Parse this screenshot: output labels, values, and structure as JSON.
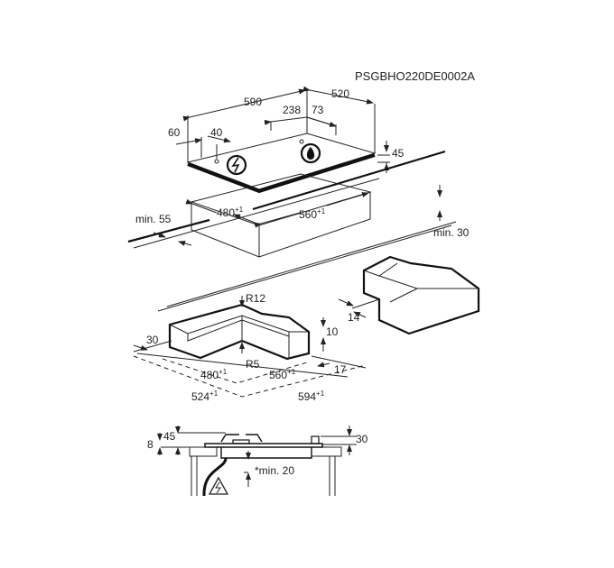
{
  "drawing_code": "PSGBHO220DE0002A",
  "hob": {
    "width": "590",
    "depth": "520",
    "gap_a": "238",
    "gap_b": "73",
    "left_a": "60",
    "left_b": "40",
    "height": "45"
  },
  "cutout": {
    "depth": "480",
    "width": "560",
    "tolerance": "+1",
    "min_front": "min. 55",
    "min_side": "min. 30"
  },
  "edge_detail": {
    "r_top": "R12",
    "r_bottom": "R5",
    "step": "10",
    "front": "30",
    "side": "17",
    "depth": "480",
    "width": "560",
    "outer_depth": "524",
    "outer_width": "594",
    "tolerance": "+1",
    "gap": "14"
  },
  "section": {
    "top": "45",
    "left": "8",
    "right": "30",
    "clearance": "*min. 20"
  },
  "icons": {
    "electric": "lightning-icon",
    "gas": "flame-icon",
    "warning": "electric-warning-icon"
  }
}
